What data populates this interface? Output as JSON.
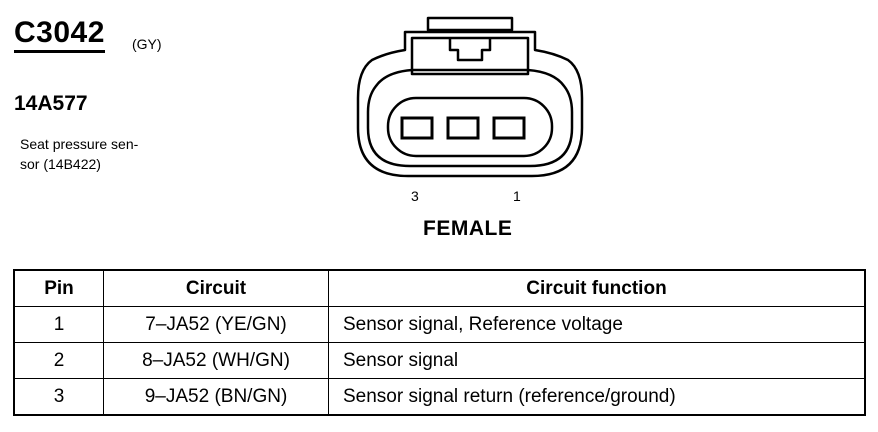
{
  "connector": {
    "id": "C3042",
    "color": "(GY)",
    "part_number": "14A577",
    "description_lines": [
      "Seat pressure sen-",
      "sor (14B422)"
    ]
  },
  "diagram": {
    "pin_labels": [
      "3",
      "1"
    ],
    "gender": "FEMALE"
  },
  "table": {
    "headers": [
      "Pin",
      "Circuit",
      "Circuit function"
    ],
    "rows": [
      [
        "1",
        "7–JA52 (YE/GN)",
        "Sensor signal, Reference voltage"
      ],
      [
        "2",
        "8–JA52 (WH/GN)",
        "Sensor signal"
      ],
      [
        "3",
        "9–JA52 (BN/GN)",
        "Sensor signal return (reference/ground)"
      ]
    ]
  }
}
